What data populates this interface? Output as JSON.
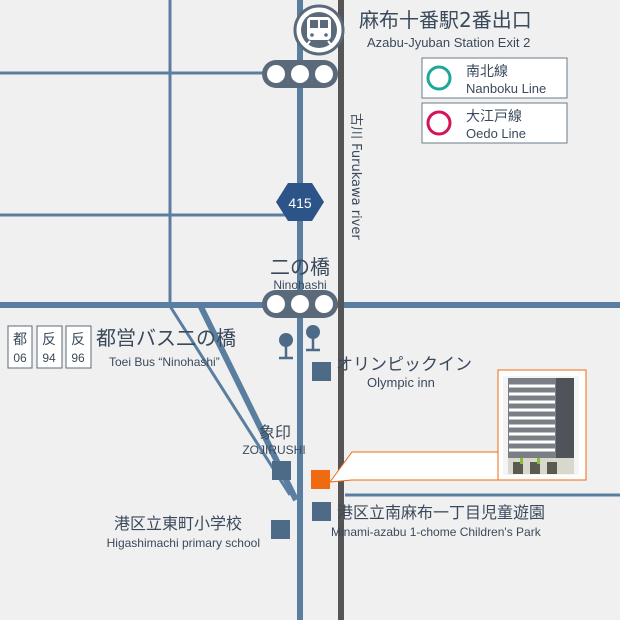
{
  "station": {
    "name_ja": "麻布十番駅2番出口",
    "name_en": "Azabu-Jyuban Station Exit 2",
    "icon": "subway-train-icon"
  },
  "legend": [
    {
      "name_ja": "南北線",
      "name_en": "Nanboku Line",
      "color": "#1fa79b"
    },
    {
      "name_ja": "大江戸線",
      "name_en": "Oedo Line",
      "color": "#d4145a"
    }
  ],
  "river": {
    "label": "古川 Furukawa river"
  },
  "route_shield": {
    "number": "415",
    "color": "#2d5488"
  },
  "intersection": {
    "name_ja": "二の橋",
    "name_en": "Ninohashi"
  },
  "bus_stop": {
    "name_ja": "都営バス二の橋",
    "name_en": "Toei Bus “Ninohashi”",
    "routes": [
      {
        "kanji": "都",
        "number": "06"
      },
      {
        "kanji": "反",
        "number": "94"
      },
      {
        "kanji": "反",
        "number": "96"
      }
    ]
  },
  "landmarks": [
    {
      "id": "olympic",
      "name_ja": "オリンピックイン",
      "name_en": "Olympic inn"
    },
    {
      "id": "zojirushi",
      "name_ja": "象印",
      "name_en": "ZOJIRUSHI"
    },
    {
      "id": "park",
      "name_ja": "港区立南麻布一丁目児童遊園",
      "name_en": "Minami-azabu 1-chome Children's Park"
    },
    {
      "id": "school",
      "name_ja": "港区立東町小学校",
      "name_en": "Higashimachi primary school"
    }
  ],
  "destination": {
    "color": "#f06a0f",
    "icon": "building-photo"
  },
  "colors": {
    "road": "#5a7ea0",
    "river": "#555555",
    "background": "#f0f0f0",
    "landmark": "#4d6a87"
  }
}
